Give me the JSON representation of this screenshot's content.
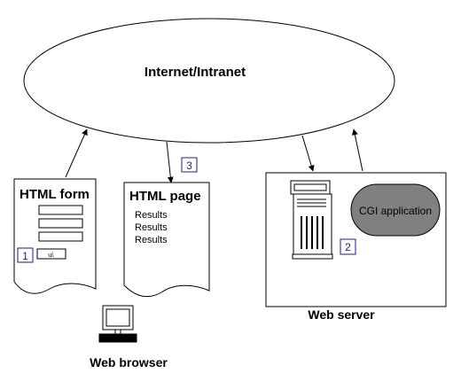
{
  "cloud": {
    "label": "Internet/Intranet"
  },
  "html_form": {
    "title": "HTML form",
    "step": "1",
    "button_label": "ul."
  },
  "html_page": {
    "title": "HTML page",
    "step": "3",
    "lines": [
      "Results",
      "Results",
      "Results"
    ]
  },
  "web_server": {
    "label": "Web server",
    "app_label": "CGI application",
    "step": "2"
  },
  "web_browser": {
    "label": "Web browser"
  },
  "colors": {
    "line": "#000000",
    "step_box": "#1a1aa6",
    "cgi_fill": "#808080",
    "background": "#ffffff"
  }
}
